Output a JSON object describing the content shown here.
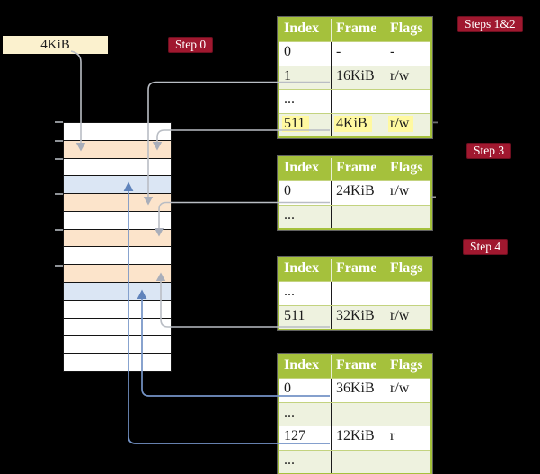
{
  "memory_label": "4KiB",
  "badges": {
    "step0": "Step 0",
    "steps12": "Steps 1&2",
    "step3": "Step 3",
    "step4": "Step 4"
  },
  "tables": [
    {
      "title": "page table referenced in steps 1 and 2",
      "headers": [
        "Index",
        "Frame",
        "Flags"
      ],
      "rows": [
        [
          "0",
          "-",
          "-"
        ],
        [
          "1",
          "16KiB",
          "r/w"
        ],
        [
          "...",
          "",
          ""
        ],
        [
          "511",
          "4KiB",
          "r/w"
        ]
      ],
      "highlighted_row": "511"
    },
    {
      "title": "page table referenced in step 3",
      "headers": [
        "Index",
        "Frame",
        "Flags"
      ],
      "rows": [
        [
          "0",
          "24KiB",
          "r/w"
        ],
        [
          "...",
          "",
          ""
        ]
      ]
    },
    {
      "title": "page table referenced in step 4",
      "headers": [
        "Index",
        "Frame",
        "Flags"
      ],
      "rows": [
        [
          "...",
          "",
          ""
        ],
        [
          "511",
          "32KiB",
          "r/w"
        ]
      ]
    },
    {
      "title": "last level page table",
      "headers": [
        "Index",
        "Frame",
        "Flags"
      ],
      "rows": [
        [
          "0",
          "36KiB",
          "r/w"
        ],
        [
          "...",
          "",
          ""
        ],
        [
          "127",
          "12KiB",
          "r"
        ],
        [
          "...",
          "",
          ""
        ]
      ]
    }
  ],
  "memory_strip": {
    "rows": [
      "white",
      "peach",
      "white",
      "blue",
      "peach",
      "white",
      "peach",
      "white",
      "peach",
      "blue",
      "white",
      "white",
      "white",
      "white"
    ]
  },
  "colors": {
    "background": "#000000",
    "table_header_green": "#a5c13c",
    "table_row_green": "#eef2df",
    "table_row_white": "#ffffff",
    "highlight_yellow": "#fff9a0",
    "badge_red": "#a0182f",
    "frame_peach": "#fce4cb",
    "frame_blue": "#dbe6f4",
    "label_cream": "#fbf1ce",
    "connector_gray": "#b9bdc4",
    "connector_blue": "#7493c6"
  }
}
